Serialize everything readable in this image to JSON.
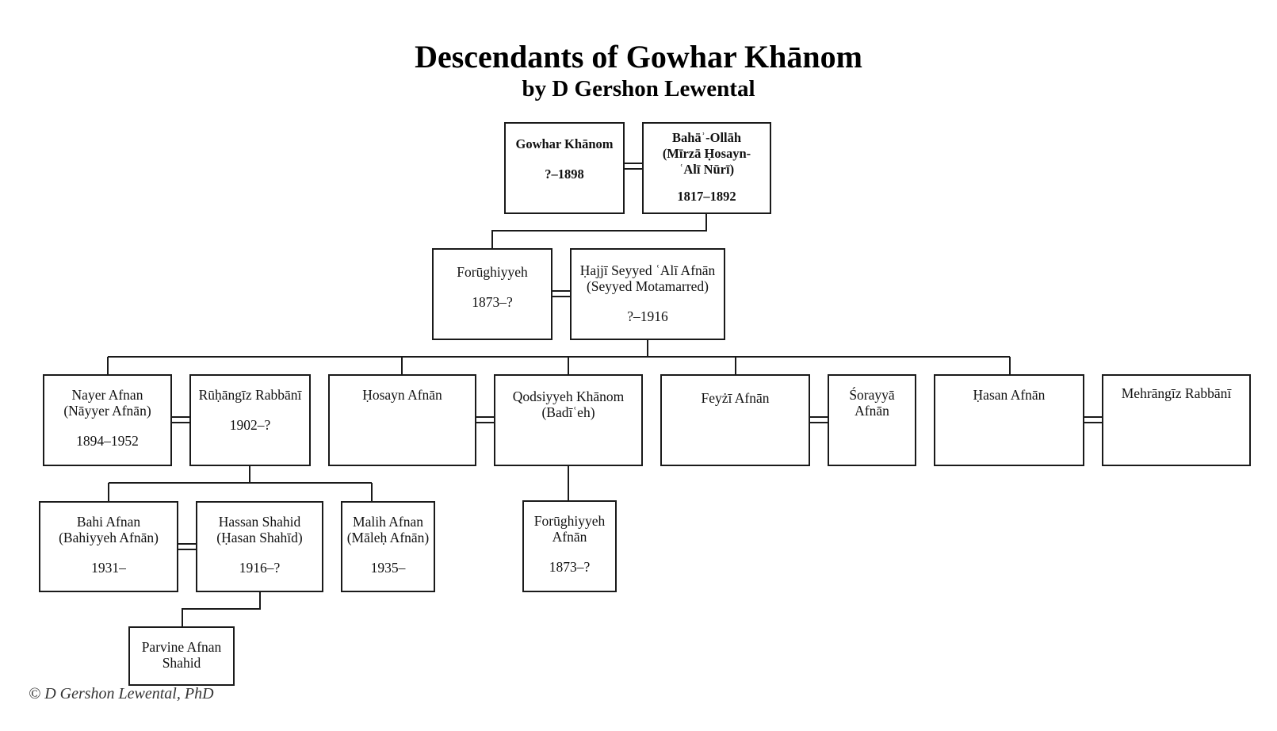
{
  "title": "Descendants of Gowhar Khānom",
  "subtitle": "by D Gershon Lewental",
  "copyright": "© D Gershon Lewental, PhD",
  "people": {
    "gowhar": {
      "name": "Gowhar Khānom",
      "dates": "?–1898"
    },
    "bahaollah": {
      "name": "Bahāʾ-Ollāh\n(Mīrzā Ḥosayn-\nʿAlī Nūrī)",
      "dates": "1817–1892"
    },
    "forughiyyeh": {
      "name": "Forūghiyyeh",
      "dates": "1873–?"
    },
    "hajji_ali": {
      "name": "Ḥajjī Seyyed ʿAlī Afnān\n(Seyyed Motamarred)",
      "dates": "?–1916"
    },
    "nayer": {
      "name": "Nayer Afnan\n(Nāyyer Afnān)",
      "dates": "1894–1952"
    },
    "ruhangiz": {
      "name": "Rūḥāngīz Rabbānī",
      "dates": "1902–?"
    },
    "hosayn": {
      "name": "Ḥosayn Afnān",
      "dates": ""
    },
    "qodsiyyeh": {
      "name": "Qodsiyyeh Khānom\n(Badīʿeh)",
      "dates": ""
    },
    "feyzi": {
      "name": "Feyżī Afnān",
      "dates": ""
    },
    "sorayya": {
      "name": "Śorayyā\nAfnān",
      "dates": ""
    },
    "hasan": {
      "name": "Ḥasan Afnān",
      "dates": ""
    },
    "mehrangiz": {
      "name": "Mehrāngīz Rabbānī",
      "dates": ""
    },
    "bahi": {
      "name": "Bahi Afnan\n(Bahiyyeh Afnān)",
      "dates": "1931–"
    },
    "hassan_shahid": {
      "name": "Hassan Shahid\n(Ḥasan Shahīd)",
      "dates": "1916–?"
    },
    "malih": {
      "name": "Malih Afnan\n(Māleḥ Afnān)",
      "dates": "1935–"
    },
    "forughiyyeh_afnan": {
      "name": "Forūghiyyeh\nAfnān",
      "dates": "1873–?"
    },
    "parvine": {
      "name": "Parvine Afnan\nShahid",
      "dates": ""
    }
  }
}
